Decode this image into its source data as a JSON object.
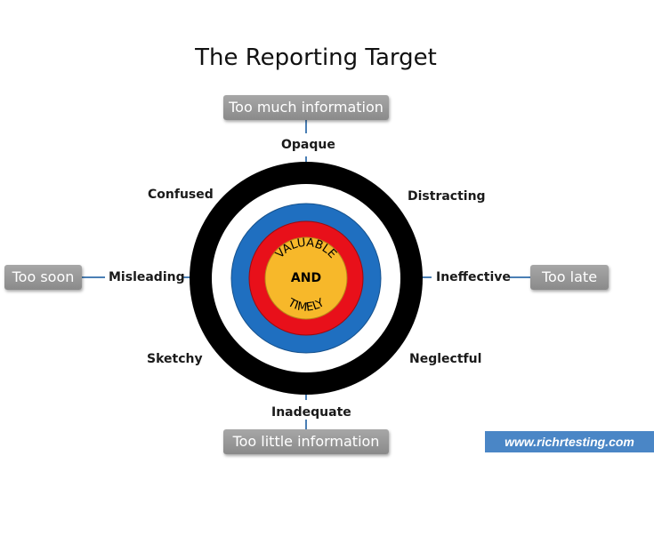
{
  "title": "The Reporting Target",
  "outer_boxes": {
    "top": "Too much information",
    "left": "Too soon",
    "right": "Too late",
    "bottom": "Too little information"
  },
  "ring_labels": {
    "top": "Opaque",
    "top_left": "Confused",
    "top_right": "Distracting",
    "left": "Misleading",
    "right": "Ineffective",
    "bottom_left": "Sketchy",
    "bottom_right": "Neglectful",
    "bottom": "Inadequate"
  },
  "center": {
    "top": "VALUABLE",
    "middle": "AND",
    "bottom": "TIMELY"
  },
  "colors": {
    "outer_ring": "#000000",
    "white_ring": "#ffffff",
    "blue_ring": "#1f6fc0",
    "red_ring": "#e8101a",
    "bullseye": "#f7b82a",
    "connector": "#4a7fb5"
  },
  "credit": "www.richrtesting.com"
}
